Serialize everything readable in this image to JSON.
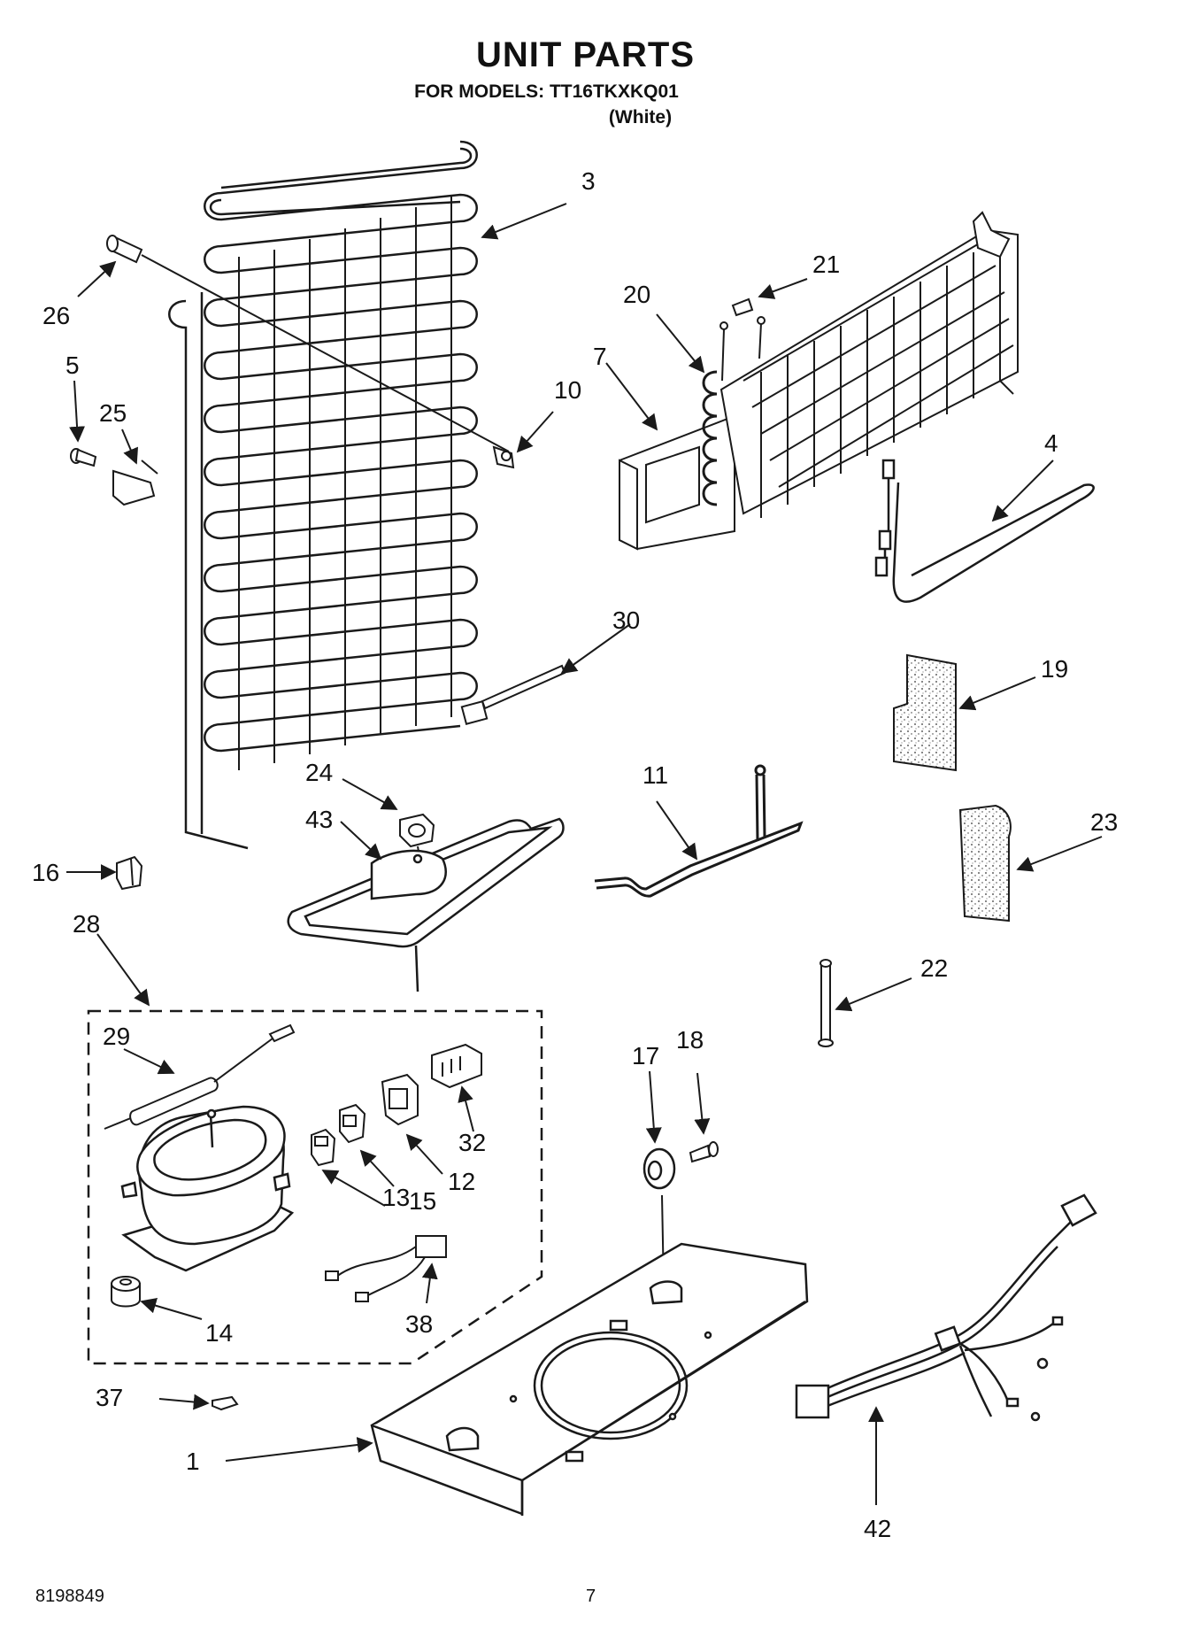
{
  "header": {
    "title": "UNIT PARTS",
    "models_line": "FOR MODELS: TT16TKXKQ01",
    "color": "(White)"
  },
  "callouts": [
    "3",
    "26",
    "5",
    "25",
    "10",
    "21",
    "20",
    "7",
    "4",
    "30",
    "19",
    "24",
    "43",
    "11",
    "23",
    "16",
    "28",
    "22",
    "29",
    "17",
    "18",
    "32",
    "12",
    "15",
    "13",
    "14",
    "38",
    "37",
    "1",
    "42"
  ],
  "footer": {
    "document_number": "8198849",
    "page_number": "7"
  },
  "colors": {
    "line": "#1a1a1a",
    "background": "#ffffff"
  }
}
